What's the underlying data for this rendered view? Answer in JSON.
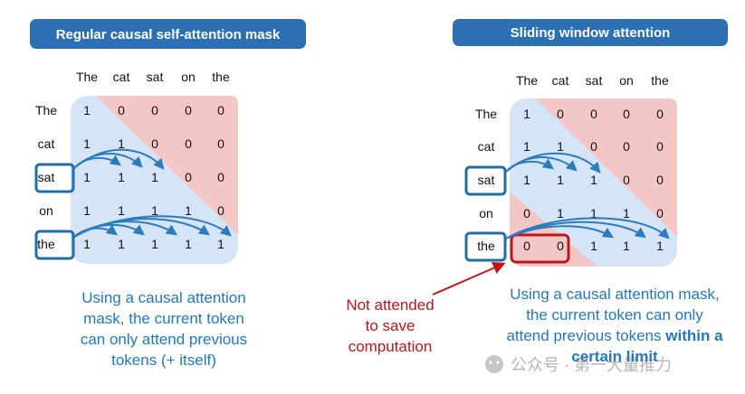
{
  "left": {
    "title": "Regular causal self-attention mask",
    "col_tokens": [
      "The",
      "cat",
      "sat",
      "on",
      "the"
    ],
    "row_tokens": [
      "The",
      "cat",
      "sat",
      "on",
      "the"
    ],
    "matrix": [
      [
        "1",
        "0",
        "0",
        "0",
        "0"
      ],
      [
        "1",
        "1",
        "0",
        "0",
        "0"
      ],
      [
        "1",
        "1",
        "1",
        "0",
        "0"
      ],
      [
        "1",
        "1",
        "1",
        "1",
        "0"
      ],
      [
        "1",
        "1",
        "1",
        "1",
        "1"
      ]
    ],
    "caption": [
      "Using a causal attention",
      "mask, the current token",
      "can only attend previous",
      "tokens (+ itself)"
    ]
  },
  "right": {
    "title": "Sliding window attention",
    "col_tokens": [
      "The",
      "cat",
      "sat",
      "on",
      "the"
    ],
    "row_tokens": [
      "The",
      "cat",
      "sat",
      "on",
      "the"
    ],
    "matrix": [
      [
        "1",
        "0",
        "0",
        "0",
        "0"
      ],
      [
        "1",
        "1",
        "0",
        "0",
        "0"
      ],
      [
        "1",
        "1",
        "1",
        "0",
        "0"
      ],
      [
        "0",
        "1",
        "1",
        "1",
        "0"
      ],
      [
        "0",
        "0",
        "1",
        "1",
        "1"
      ]
    ],
    "caption": [
      "Using a causal attention mask,",
      "the current token can only",
      "attend previous tokens"
    ],
    "caption_bold_tail": "within a",
    "caption_last_bold": "certain limit",
    "annotation": [
      "Not attended",
      "to save",
      "computation"
    ]
  },
  "watermark": "公众号 · 第一大量推力",
  "colors": {
    "title_bg": "#2c6fb3",
    "blue_region": "#d6e4f7",
    "red_region": "#f4c7c7",
    "box_blue": "#1f6ea8",
    "arrow_blue": "#2b7bbf",
    "caption_blue": "#1f79c0",
    "annot_red": "#c0141b"
  }
}
